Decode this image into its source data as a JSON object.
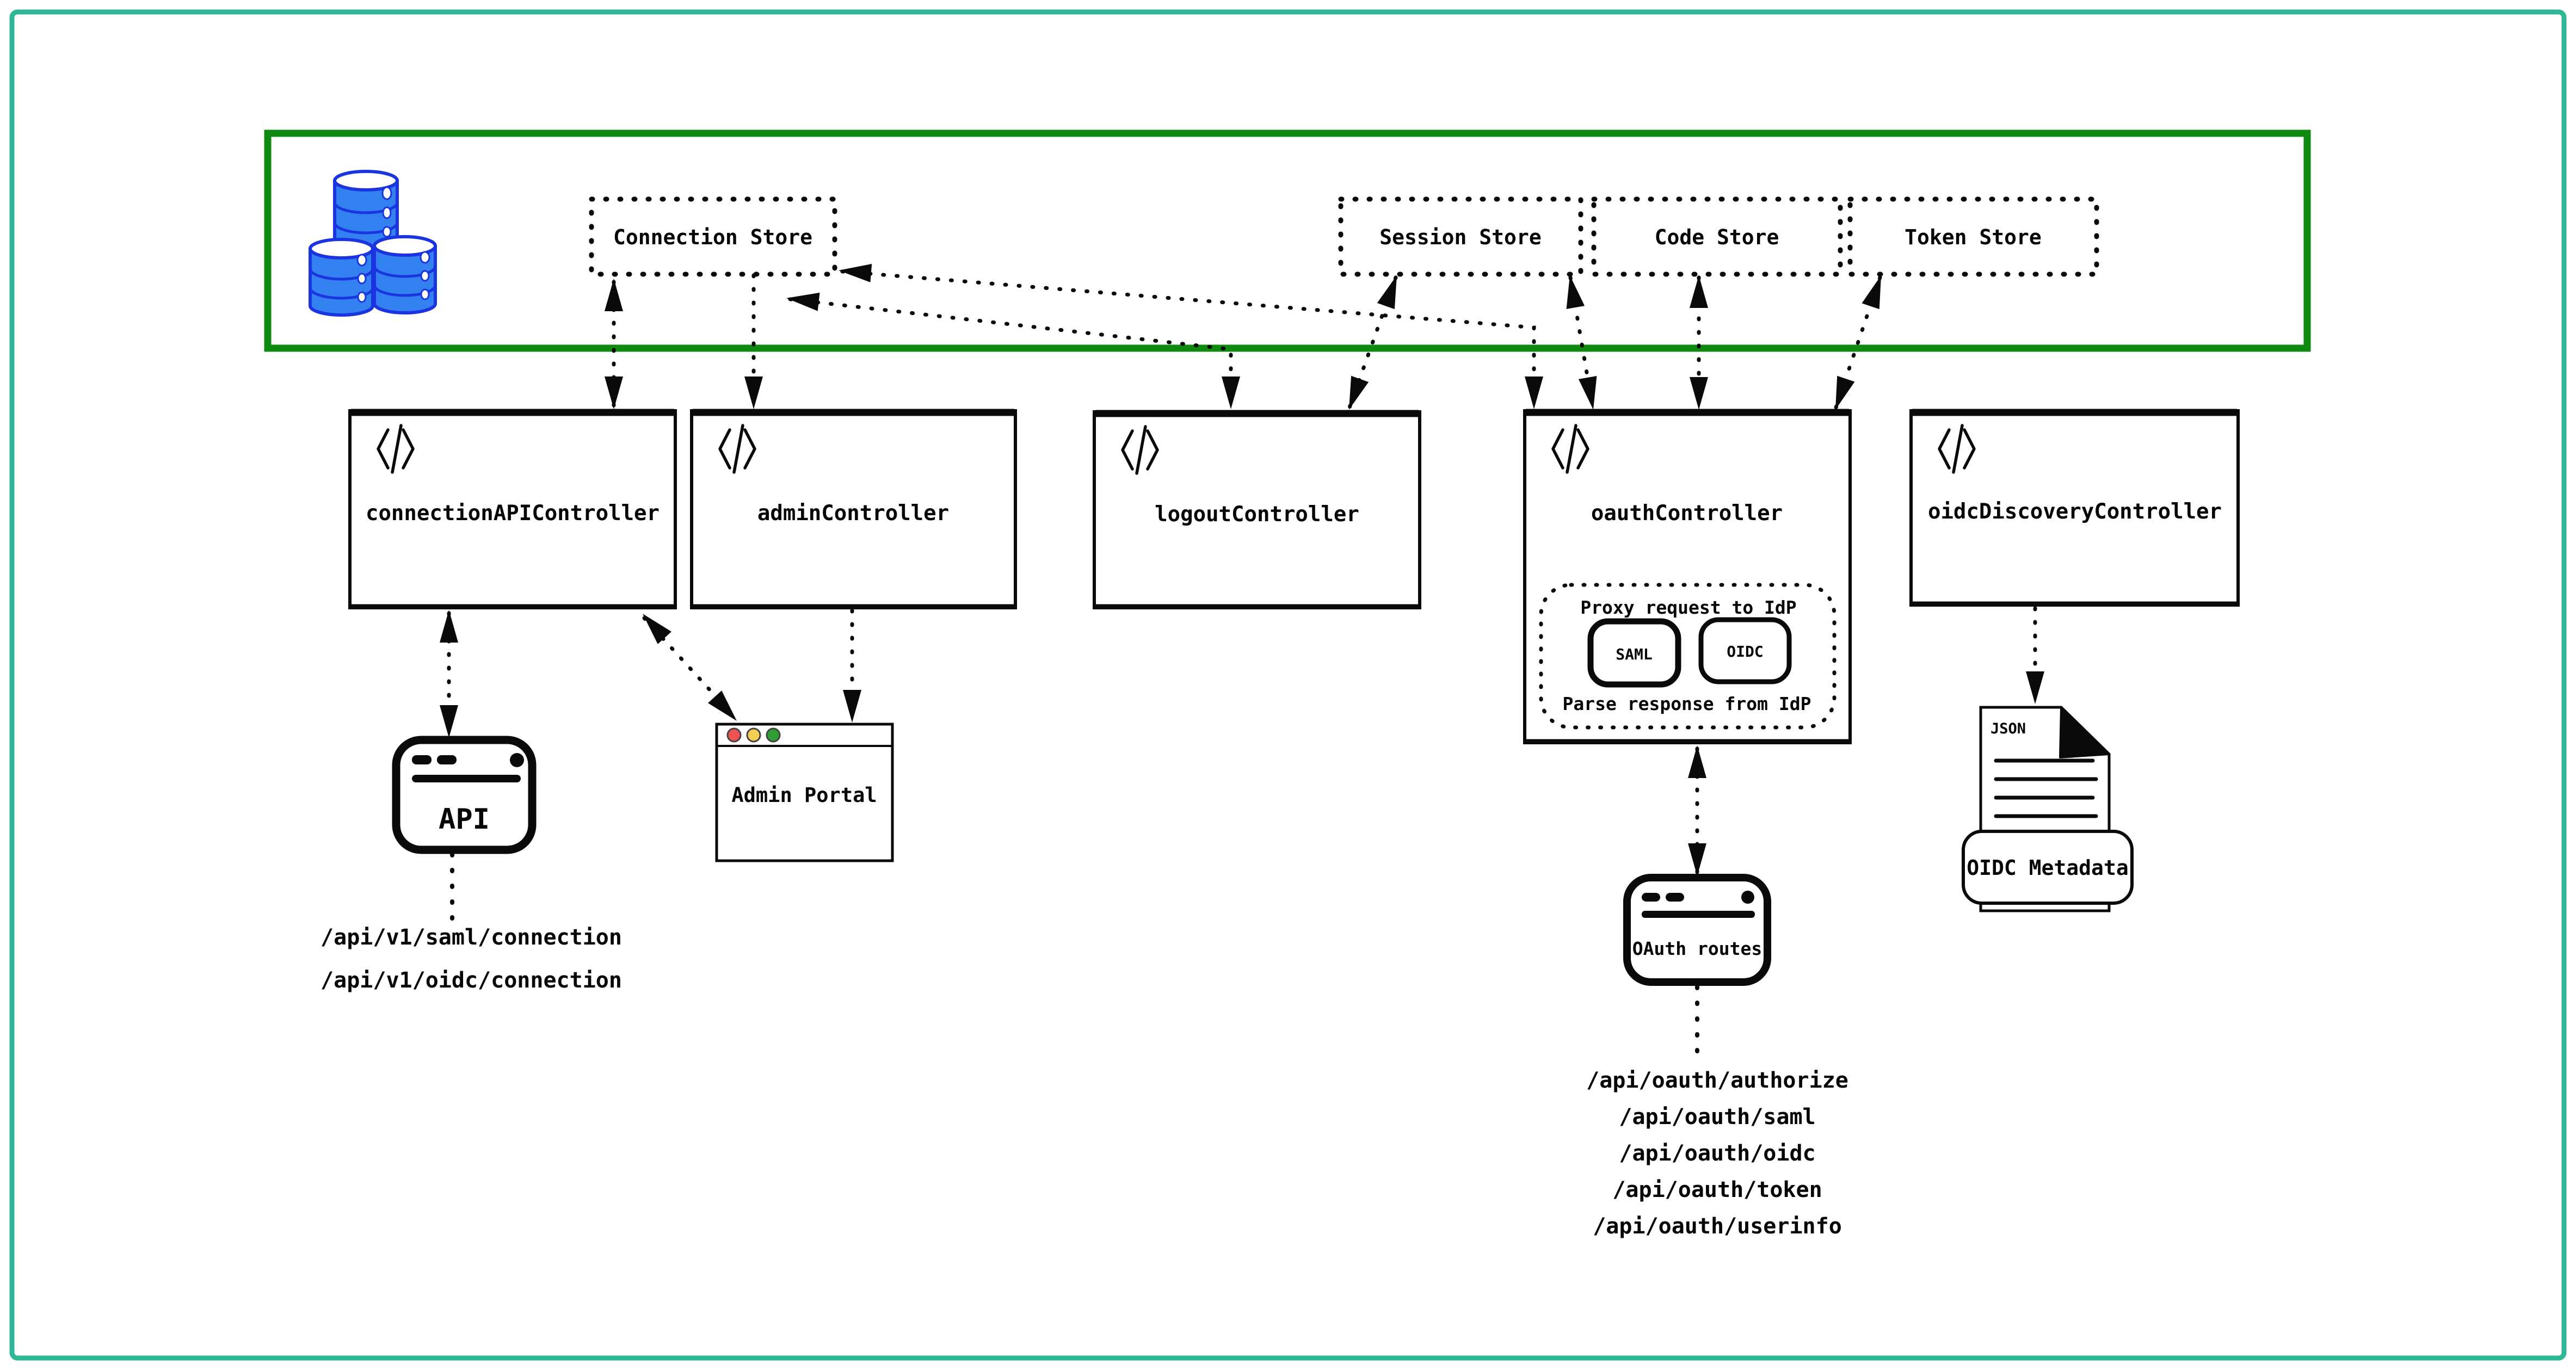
{
  "colors": {
    "frame_border": "#30b795",
    "zone_border": "#0f8a10",
    "db_fill": "#3381f0",
    "db_stroke": "#1a35e0",
    "db_top_fill": "#ffffff",
    "traffic_red": "#ee5350",
    "traffic_yellow": "#f5ce54",
    "traffic_green": "#2f9e33"
  },
  "icons": {
    "code_controller": "code-angle-brackets-icon",
    "database": "database-cylinders-icon",
    "browser_window": "browser-window-icon",
    "json_document": "json-document-icon"
  },
  "data_zone": {
    "stores": [
      {
        "id": "connection",
        "label": "Connection Store"
      },
      {
        "id": "session",
        "label": "Session Store"
      },
      {
        "id": "code",
        "label": "Code Store"
      },
      {
        "id": "token",
        "label": "Token Store"
      }
    ]
  },
  "controllers": [
    {
      "id": "connection-api",
      "label": "connectionAPIController"
    },
    {
      "id": "admin",
      "label": "adminController"
    },
    {
      "id": "logout",
      "label": "logoutController"
    },
    {
      "id": "oauth",
      "label": "oauthController",
      "proxy": {
        "title": "Proxy request to IdP",
        "protocols": [
          "SAML",
          "OIDC"
        ],
        "footer": "Parse response from IdP"
      }
    },
    {
      "id": "oidc-discovery",
      "label": "oidcDiscoveryController"
    }
  ],
  "clients": {
    "api": {
      "label": "API",
      "routes": [
        "/api/v1/saml/connection",
        "/api/v1/oidc/connection"
      ]
    },
    "admin_portal": {
      "label": "Admin Portal"
    },
    "oauth_routes": {
      "label": "OAuth routes",
      "routes": [
        "/api/oauth/authorize",
        "/api/oauth/saml",
        "/api/oauth/oidc",
        "/api/oauth/token",
        "/api/oauth/userinfo"
      ]
    },
    "oidc_metadata_doc": {
      "file_type": "JSON",
      "label": "OIDC Metadata"
    }
  }
}
